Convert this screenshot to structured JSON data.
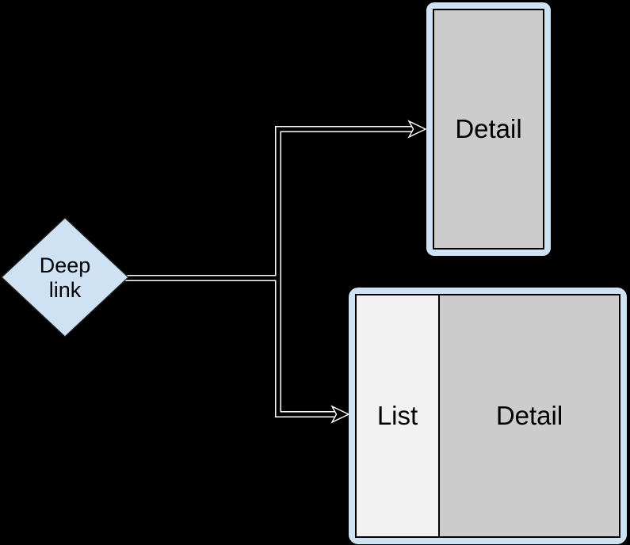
{
  "diagram": {
    "background_color": "#000000",
    "connector_outline_color": "#ffffff",
    "deep_link_node": {
      "line1": "Deep",
      "line2": "link",
      "fill": "#cfe2f3",
      "border_color": "#222222"
    },
    "phone_screen": {
      "label": "Detail",
      "frame_color": "#cfe2f3",
      "screen_fill": "#cccccc"
    },
    "tablet_screen": {
      "list_label": "List",
      "detail_label": "Detail",
      "frame_color": "#cfe2f3",
      "list_fill": "#f2f2f2",
      "detail_fill": "#cccccc"
    }
  }
}
